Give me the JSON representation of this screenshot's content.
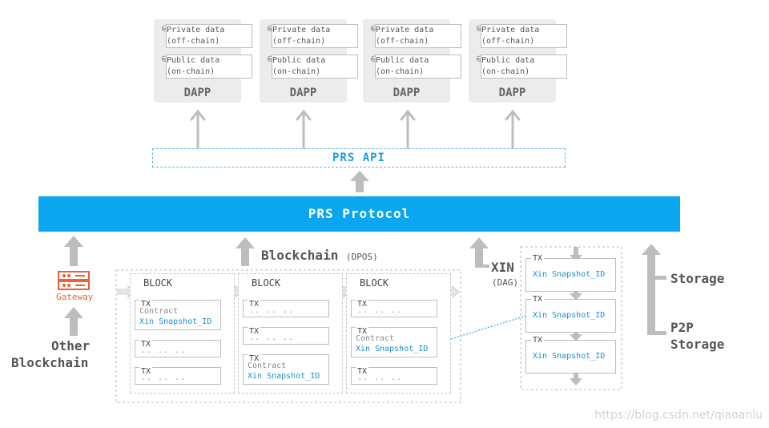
{
  "dapps": [
    {
      "private_label": "Private data",
      "private_sub": "(off-chain)",
      "public_label": "Public data",
      "public_sub": "(on-chain)",
      "title": "DAPP"
    },
    {
      "private_label": "Private data",
      "private_sub": "(off-chain)",
      "public_label": "Public data",
      "public_sub": "(on-chain)",
      "title": "DAPP"
    },
    {
      "private_label": "Private data",
      "private_sub": "(off-chain)",
      "public_label": "Public data",
      "public_sub": "(on-chain)",
      "title": "DAPP"
    },
    {
      "private_label": "Private data",
      "private_sub": "(off-chain)",
      "public_label": "Public data",
      "public_sub": "(on-chain)",
      "title": "DAPP"
    }
  ],
  "api_label": "PRS API",
  "protocol_label": "PRS Protocol",
  "gateway": {
    "label": "Gateway",
    "icon": "gateway-server-icon",
    "color": "#e8623a"
  },
  "other_blockchain": {
    "line1": "Other",
    "line2": "Blockchain"
  },
  "blockchain": {
    "title": "Blockchain",
    "note": "(DPOS)"
  },
  "blocks": [
    {
      "title": "BLOCK",
      "txs": [
        {
          "label": "TX",
          "contract": "Contract",
          "snapshot": "Xin Snapshot_ID"
        },
        {
          "label": "TX",
          "dots": ".. .. .."
        },
        {
          "label": "TX",
          "dots": ".. .. .."
        }
      ]
    },
    {
      "title": "BLOCK",
      "txs": [
        {
          "label": "TX",
          "dots": ".. .. .."
        },
        {
          "label": "TX",
          "dots": ".. .. .."
        },
        {
          "label": "TX",
          "contract": "Contract",
          "snapshot": "Xin Snapshot_ID"
        }
      ]
    },
    {
      "title": "BLOCK",
      "txs": [
        {
          "label": "TX",
          "dots": ".. .. .."
        },
        {
          "label": "TX",
          "contract": "Contract",
          "snapshot": "Xin Snapshot_ID"
        },
        {
          "label": "TX",
          "dots": ".. .. .."
        }
      ]
    }
  ],
  "xin": {
    "title": "XIN",
    "note": "(DAG)",
    "txs": [
      {
        "label": "TX",
        "snapshot": "Xin Snapshot_ID"
      },
      {
        "label": "TX",
        "snapshot": "Xin Snapshot_ID"
      },
      {
        "label": "TX",
        "snapshot": "Xin Snapshot_ID"
      }
    ]
  },
  "storage": {
    "label": "Storage",
    "p2p_line1": "P2P",
    "p2p_line2": "Storage"
  },
  "watermark": "https://blog.csdn.net/qiaoanlu",
  "colors": {
    "protocol": "#0aa6ef",
    "api": "#1a9ee0",
    "snapshot": "#1a8fd0",
    "arrow": "#bdbdbd"
  }
}
